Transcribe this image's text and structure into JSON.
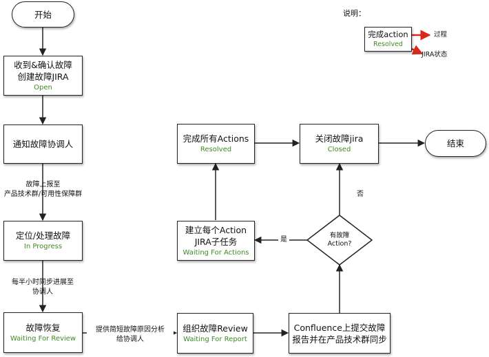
{
  "nodes": {
    "start": {
      "title": "开始"
    },
    "receive": {
      "line1": "收到&确认故障",
      "line2": "创建故障JIRA",
      "status": "Open"
    },
    "notify": {
      "title": "通知故障协调人"
    },
    "locate": {
      "title": "定位/处理故障",
      "status": "In Progress"
    },
    "recover": {
      "title": "故障恢复",
      "status": "Waiting For Review"
    },
    "review": {
      "title": "组织故障Review",
      "status": "Waiting For Report"
    },
    "confluence": {
      "line1": "Confluence上提交故障",
      "line2": "报告并在产品技术群同步"
    },
    "decision": {
      "line1": "有故障",
      "line2": "Action?"
    },
    "create_actions": {
      "line1": "建立每个Action",
      "line2": "JIRA子任务",
      "status": "Waiting For Actions"
    },
    "complete_actions": {
      "title": "完成所有Actions",
      "status": "Resolved"
    },
    "close": {
      "title": "关闭故障jira",
      "status": "Closed"
    },
    "end": {
      "title": "结束"
    }
  },
  "edge_labels": {
    "notify_to_locate_1": "故障上报至",
    "notify_to_locate_2": "产品技术群/可用性保障群",
    "locate_to_recover_1": "每半小时同步进展至",
    "locate_to_recover_2": "协调人",
    "recover_to_review_1": "提供简短故障原因分析",
    "recover_to_review_2": "给协调人",
    "yes": "是",
    "no": "否"
  },
  "legend": {
    "heading": "说明：",
    "sample_title": "完成action",
    "sample_status": "Resolved",
    "process_label": "过程",
    "jira_label": "JIRA状态"
  },
  "colors": {
    "status_green": "#3e8a22",
    "legend_arrow_red": "#d9281c",
    "line": "#222222"
  }
}
